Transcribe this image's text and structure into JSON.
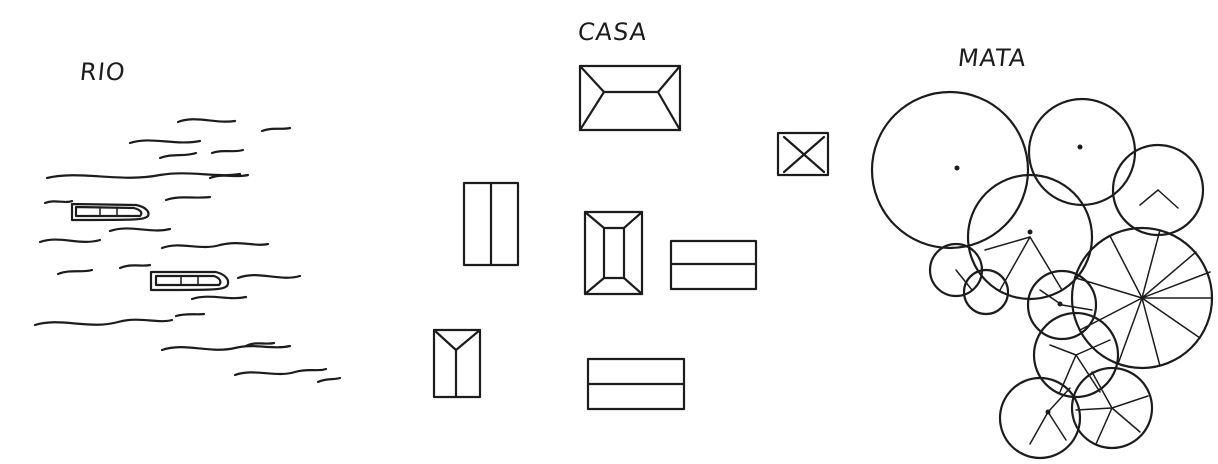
{
  "labels": {
    "river": "RIO",
    "house": "CASA",
    "forest": "MATA"
  },
  "colors": {
    "ink": "#1c1c1c",
    "paper": "#ffffff"
  }
}
